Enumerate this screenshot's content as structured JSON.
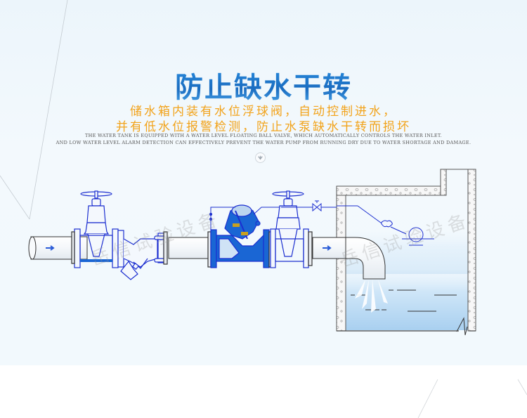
{
  "header": {
    "title": "防止缺水干转",
    "subtitle_lines": [
      "储水箱内装有水位浮球阀，自动控制进水，",
      "并有低水位报警检测，防止水泵缺水干转而损坏"
    ],
    "english_lines": [
      "THE WATER TANK IS EQUIPPED WITH A WATER LEVEL FLOATING BALL VALVE, WHICH AUTOMATICALLY CONTROLS THE WATER INLET.",
      "AND LOW WATER LEVEL ALARM DETECTION CAN EFFECTIVELY PREVENT THE WATER PUMP FROM RUNNING DRY DUE TO WATER SHORTAGE AND DAMAGE."
    ],
    "scroll_down_icon": "chevron-down-circle-icon"
  },
  "diagram": {
    "components": [
      {
        "name": "inlet-pipe",
        "flow_arrow_color": "#2a5bd7"
      },
      {
        "name": "gate-valve-1"
      },
      {
        "name": "y-strainer",
        "flow_arrow_color": "#e03a2a"
      },
      {
        "name": "float-control-valve"
      },
      {
        "name": "gate-valve-2"
      },
      {
        "name": "needle-valve"
      },
      {
        "name": "outlet-pipe-elbow",
        "flow_arrow_color": "#2a5bd7"
      },
      {
        "name": "float-ball"
      },
      {
        "name": "water-tank"
      }
    ],
    "watermarks": [
      "岳信试验设备",
      "岳信试验设备"
    ]
  },
  "colors": {
    "title": "#1f7fd0",
    "subtitle": "#f2a31b",
    "line_blue": "#1c2fd0",
    "valve_fill": "#1a66d4",
    "water": "#bcdcf4",
    "background": "#eef6fb"
  }
}
